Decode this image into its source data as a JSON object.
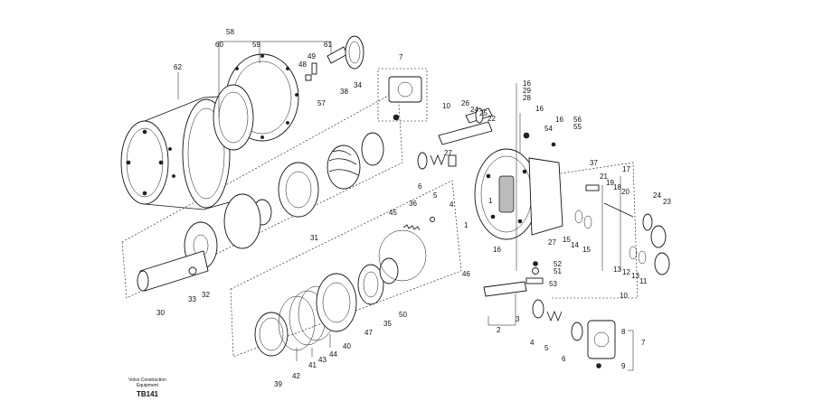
{
  "diagram": {
    "footer": {
      "brand_line1": "Volvo Construction",
      "brand_line2": "Equipment",
      "code": "TB141"
    },
    "callouts": [
      "58",
      "60",
      "59",
      "61",
      "62",
      "48",
      "49",
      "57",
      "38",
      "34",
      "7",
      "16",
      "29",
      "28",
      "16",
      "26",
      "24",
      "25",
      "22",
      "10",
      "54",
      "16",
      "56",
      "55",
      "27",
      "6",
      "5",
      "4",
      "17",
      "37",
      "21",
      "19",
      "18",
      "20",
      "24",
      "23",
      "36",
      "45",
      "31",
      "1",
      "2",
      "3",
      "15",
      "14",
      "15",
      "27",
      "13",
      "12",
      "13",
      "11",
      "46",
      "16",
      "52",
      "51",
      "53",
      "33",
      "32",
      "30",
      "39",
      "42",
      "41",
      "43",
      "44",
      "40",
      "47",
      "35",
      "50",
      "4",
      "5",
      "6",
      "8",
      "7",
      "9",
      "10",
      "1"
    ]
  }
}
